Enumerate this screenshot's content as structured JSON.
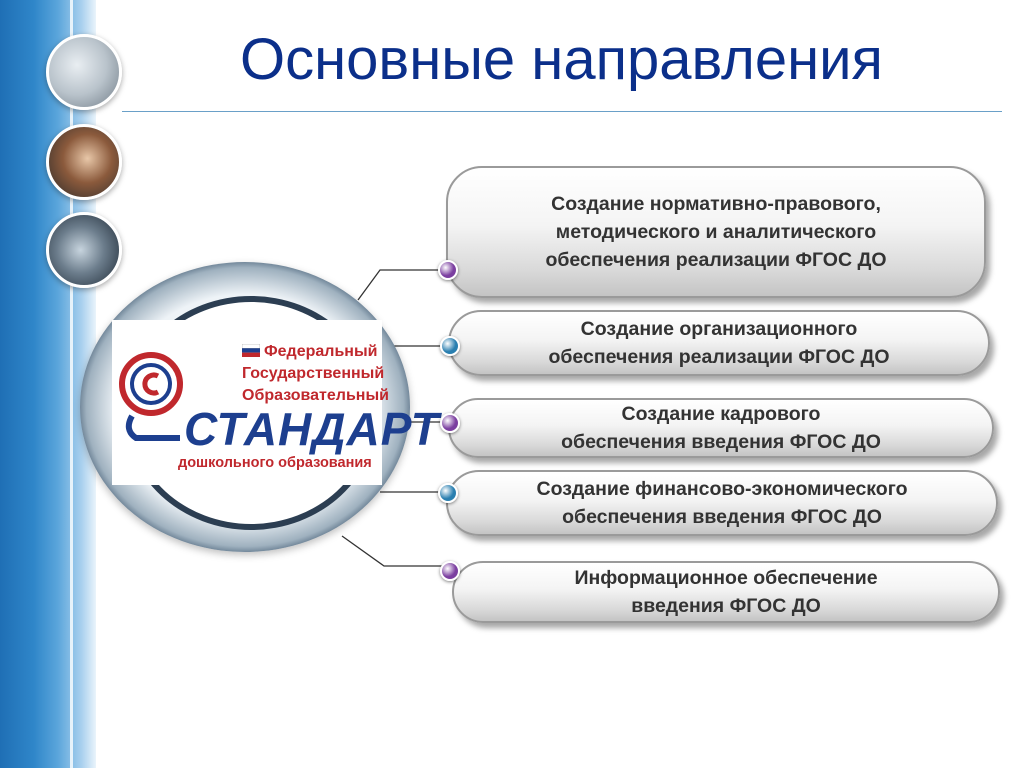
{
  "title": "Основные направления",
  "logo": {
    "line1": "Федеральный",
    "line2": "Государственный",
    "line3": "Образовательный",
    "brand": "СТАНДАРТ",
    "subtitle": "дошкольного образования",
    "colors": {
      "red": "#c0282d",
      "blue": "#1d3f8f"
    }
  },
  "directions": [
    {
      "text": "Создание нормативно-правового,\nметодического и аналитического\nобеспечения реализации ФГОС ДО",
      "dot_color": "#7b3fa0"
    },
    {
      "text": "Создание организационного\nобеспечения реализации ФГОС ДО",
      "dot_color": "#2a7fb0"
    },
    {
      "text": "Создание кадрового\nобеспечения введения ФГОС ДО",
      "dot_color": "#7b3fa0"
    },
    {
      "text": "Создание финансово-экономического\nобеспечения введения ФГОС ДО",
      "dot_color": "#2a7fb0"
    },
    {
      "text": "Информационное обеспечение\nвведения ФГОС ДО",
      "dot_color": "#7b3fa0"
    }
  ],
  "colors": {
    "title": "#0b2f8a",
    "strip": "#2f86c9",
    "pill_text": "#333333"
  }
}
